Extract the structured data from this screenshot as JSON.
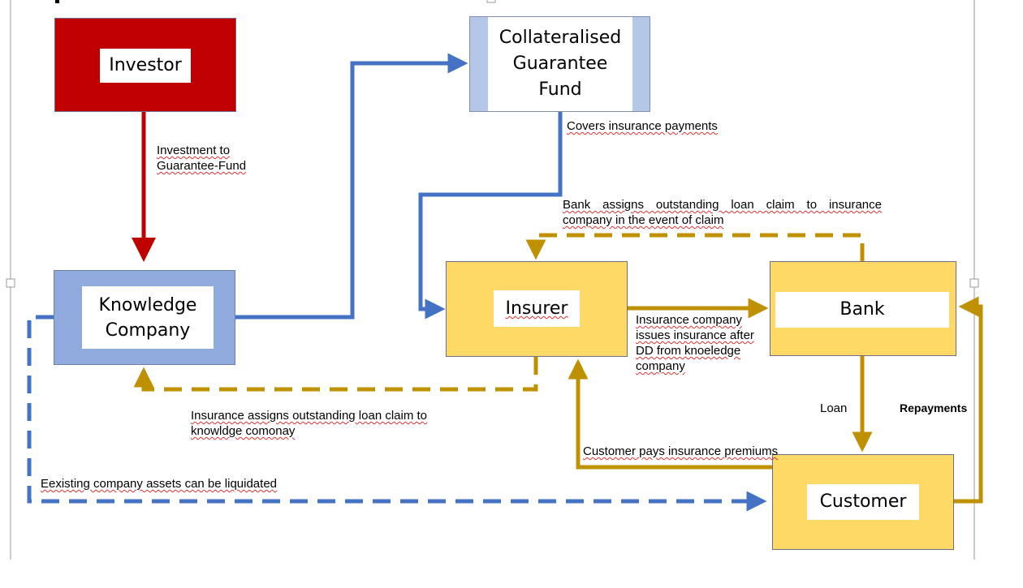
{
  "nodes": {
    "investor": "Investor",
    "cgf": "Collateralised Guarantee Fund",
    "knowledge": "Knowledge Company",
    "insurer": "Insurer",
    "bank": "Bank",
    "customer": "Customer"
  },
  "edges": {
    "investment": "Investment to Guarantee-Fund",
    "covers": "Covers insurance payments",
    "bank_assigns": "Bank assigns outstanding loan claim to insurance company in the event of claim",
    "issues": "Insurance company issues insurance after DD from knoeledge company",
    "loan": "Loan",
    "repayments": "Repayments",
    "premiums": "Customer pays insurance premiums",
    "insurance_assigns": "Insurance assigns outstanding loan claim to knowldge comonay",
    "liquidated": "Eexisting company assets can be liquidated"
  },
  "colors": {
    "investor_fill": "#c00000",
    "blue_fill": "#8faadc",
    "light_blue": "#b4c7e7",
    "yellow_fill": "#ffd966",
    "blue_line": "#4472c4",
    "gold_line": "#bf9000",
    "red_line": "#c00000"
  }
}
